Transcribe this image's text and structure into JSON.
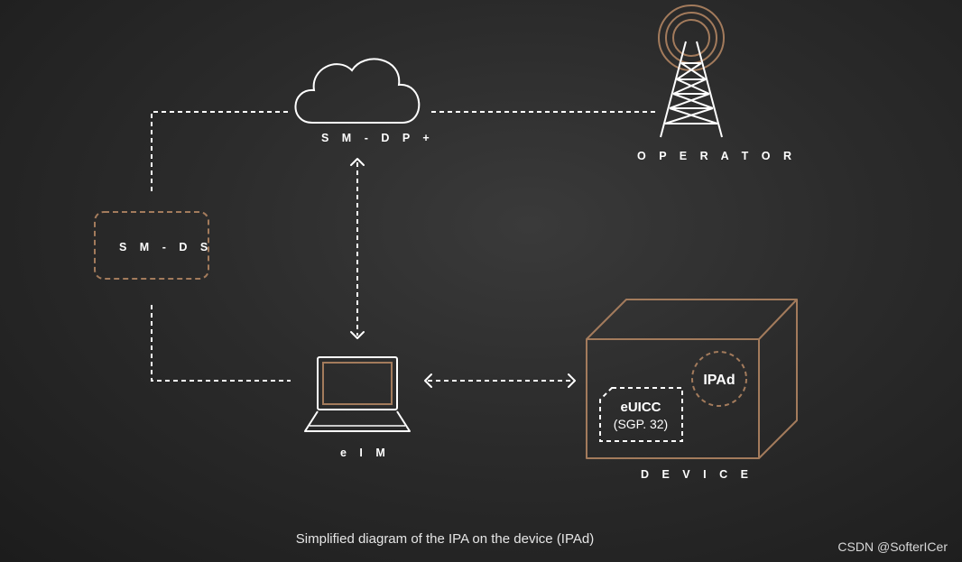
{
  "nodes": {
    "smdp": {
      "label": "S M - D P +"
    },
    "operator": {
      "label": "O P E R A T O R"
    },
    "smds": {
      "label": "S M - D S"
    },
    "eim": {
      "label": "e I M"
    },
    "device": {
      "label": "D E V I C E"
    },
    "ipad": {
      "label": "IPAd"
    },
    "euicc": {
      "label": "eUICC",
      "sublabel": "(SGP. 32)"
    }
  },
  "caption": "Simplified diagram of the IPA on the device (IPAd)",
  "watermark": "CSDN @SofterICer",
  "colors": {
    "accent": "#a37b5c",
    "line": "#ffffff",
    "background": "#2b2b2b"
  },
  "icons": [
    "cloud-icon",
    "cell-tower-icon",
    "laptop-icon",
    "device-box-icon"
  ]
}
